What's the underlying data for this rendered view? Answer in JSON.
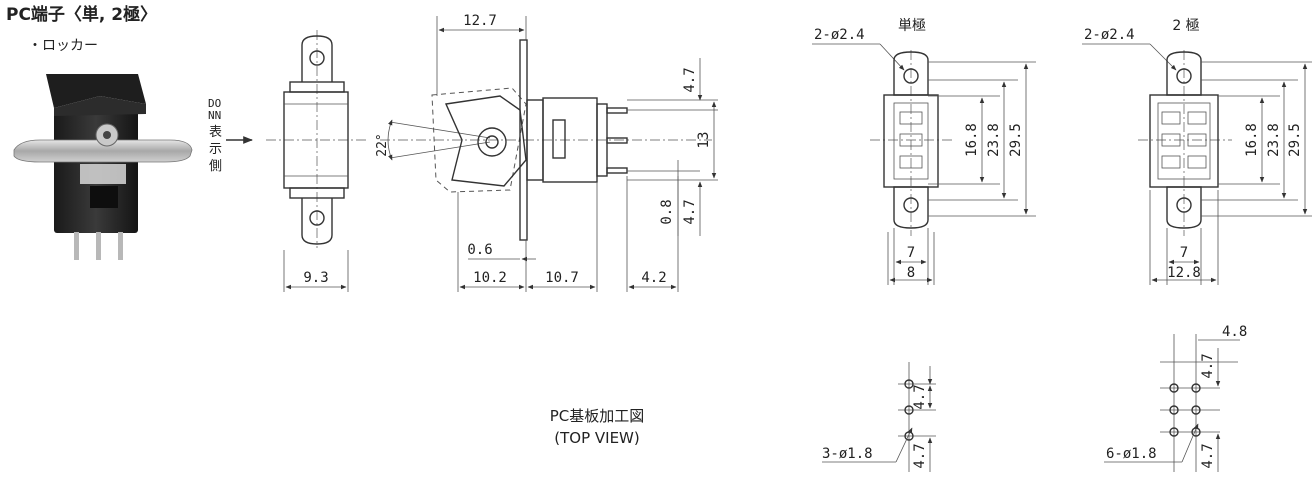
{
  "header": {
    "title": "PC端子〈単, 2極〉",
    "subtitle": "・ロッカー"
  },
  "side_view_label": {
    "line1": "DO",
    "line2": "NN",
    "line3": "表",
    "line4": "示",
    "line5": "側"
  },
  "front_view": {
    "dim_width": "9.3"
  },
  "side_view": {
    "dim_top": "12.7",
    "dim_angle": "22°",
    "dim_47_top": "4.7",
    "dim_13": "13",
    "dim_08": "0.8",
    "dim_47_bottom": "4.7",
    "dim_06": "0.6",
    "dim_102": "10.2",
    "dim_107": "10.7",
    "dim_42": "4.2"
  },
  "single_pole": {
    "title": "単極",
    "hole_label": "2-ø2.4",
    "dim_168": "16.8",
    "dim_238": "23.8",
    "dim_295": "29.5",
    "dim_7": "7",
    "dim_8": "8",
    "pcb_hole_label": "3-ø1.8",
    "pcb_dim_47a": "4.7",
    "pcb_dim_47b": "4.7"
  },
  "double_pole": {
    "title": "2 極",
    "hole_label": "2-ø2.4",
    "dim_168": "16.8",
    "dim_238": "23.8",
    "dim_295": "29.5",
    "dim_7": "7",
    "dim_128": "12.8",
    "pcb_hole_label": "6-ø1.8",
    "pcb_dim_48": "4.8",
    "pcb_dim_47a": "4.7",
    "pcb_dim_47b": "4.7"
  },
  "pcb_caption": {
    "line1": "PC基板加工図",
    "line2": "(TOP VIEW)"
  }
}
